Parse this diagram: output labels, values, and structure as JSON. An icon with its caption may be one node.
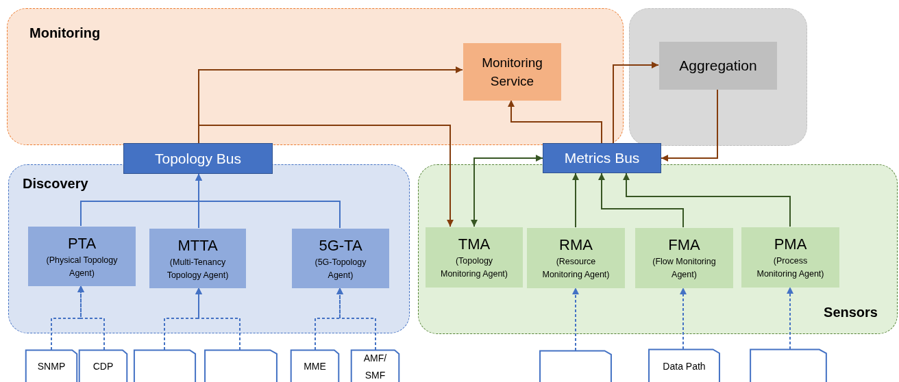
{
  "diagram": {
    "nodes": [
      {
        "text": [
          "Monitoring"
        ]
      },
      {
        "text": [
          "Monitoring Service"
        ],
        "in": 0
      },
      {
        "text": [],
        "shape": "box"
      },
      {
        "text": [
          "Aggregation"
        ],
        "in": 2
      },
      {
        "text": [
          "Topology Bus"
        ]
      },
      {
        "text": [
          "Discovery"
        ]
      },
      {
        "text": [
          "PTA",
          "(Physical Topology Agent)"
        ],
        "in": 5
      },
      {
        "text": [
          "MTTA",
          "(Multi-Tenancy Topology Agent)"
        ],
        "in": 5
      },
      {
        "text": [
          "5G-TA",
          "(5G-Topology Agent)"
        ],
        "in": 5
      },
      {
        "text": [
          "Metrics Bus"
        ]
      },
      {
        "text": [
          "Sensors"
        ]
      },
      {
        "text": [
          "TMA",
          "(Topology Monitoring Agent)"
        ],
        "in": 10
      },
      {
        "text": [
          "RMA",
          "(Resource Monitoring Agent)"
        ],
        "in": 10
      },
      {
        "text": [
          "FMA",
          "(Flow Monitoring Agent)"
        ],
        "in": 10
      },
      {
        "text": [
          "PMA",
          "(Process Monitoring Agent)"
        ],
        "in": 10
      },
      {
        "text": [
          "SNMP"
        ]
      },
      {
        "text": [
          "CDP"
        ]
      },
      {
        "text": [],
        "shape": "document"
      },
      {
        "text": [],
        "shape": "document"
      },
      {
        "text": [
          "MME"
        ]
      },
      {
        "text": [
          "AMF/ SMF"
        ]
      },
      {
        "text": [],
        "shape": "document"
      },
      {
        "text": [
          "Data Path"
        ]
      },
      {
        "text": [],
        "shape": "document"
      }
    ],
    "edges": [
      {
        "from": 6,
        "to": 4,
        "arrow": "to"
      },
      {
        "from": 7,
        "to": 4,
        "arrow": "to"
      },
      {
        "from": 8,
        "to": 4,
        "arrow": "to"
      },
      {
        "from": 15,
        "to": 6,
        "arrow": "to",
        "style": "dashed"
      },
      {
        "from": 16,
        "to": 6,
        "arrow": "to",
        "style": "dashed"
      },
      {
        "from": 17,
        "to": 7,
        "arrow": "to",
        "style": "dashed"
      },
      {
        "from": 18,
        "to": 7,
        "arrow": "to",
        "style": "dashed"
      },
      {
        "from": 19,
        "to": 8,
        "arrow": "to",
        "style": "dashed"
      },
      {
        "from": 20,
        "to": 8,
        "arrow": "to",
        "style": "dashed"
      },
      {
        "from": 21,
        "to": 12,
        "arrow": "to",
        "style": "dashed"
      },
      {
        "from": 22,
        "to": 13,
        "arrow": "to",
        "style": "dashed"
      },
      {
        "from": 23,
        "to": 14,
        "arrow": "to",
        "style": "dashed"
      },
      {
        "from": 4,
        "to": 1,
        "arrow": "to",
        "color": "#843c0c"
      },
      {
        "from": 4,
        "to": 11,
        "arrow": "to",
        "color": "#843c0c"
      },
      {
        "from": 9,
        "to": 1,
        "arrow": "to",
        "color": "#843c0c"
      },
      {
        "from": 9,
        "to": 3,
        "arrow": "to",
        "color": "#843c0c"
      },
      {
        "from": 3,
        "to": 9,
        "arrow": "to",
        "color": "#843c0c"
      },
      {
        "from": 11,
        "to": 9,
        "arrow": "both",
        "color": "#375623"
      },
      {
        "from": 12,
        "to": 9,
        "arrow": "to",
        "color": "#375623"
      },
      {
        "from": 13,
        "to": 9,
        "arrow": "to",
        "color": "#375623"
      },
      {
        "from": 14,
        "to": 9,
        "arrow": "to",
        "color": "#375623"
      }
    ]
  }
}
